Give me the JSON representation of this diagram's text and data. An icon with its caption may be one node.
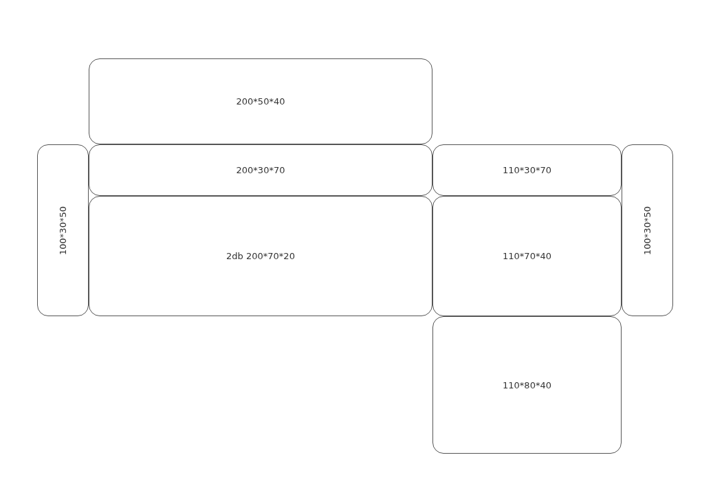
{
  "diagram": {
    "nodes": [
      {
        "text": [
          "200*50*40"
        ]
      },
      {
        "text": [
          "100*30*50"
        ]
      },
      {
        "text": [
          "200*30*70"
        ]
      },
      {
        "text": [
          "2db 200*70*20"
        ]
      },
      {
        "text": [
          "110*30*70"
        ]
      },
      {
        "text": [
          "110*70*40"
        ]
      },
      {
        "text": [
          "100*30*50"
        ]
      },
      {
        "text": [
          "110*80*40"
        ]
      }
    ]
  }
}
